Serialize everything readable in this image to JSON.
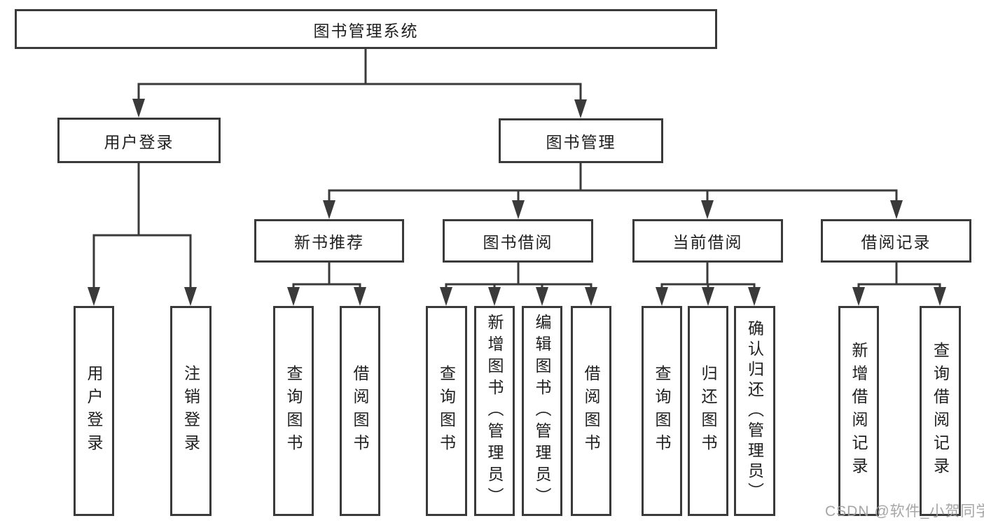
{
  "diagram": {
    "type": "hierarchy-tree",
    "colors": {
      "line": "#3a3a3a",
      "box_border": "#3a3a3a",
      "text": "#1f1f1f",
      "background": "#ffffff",
      "watermark": "#9e9e9e"
    },
    "root": {
      "label": "图书管理系统"
    },
    "level2": [
      {
        "label": "用户登录"
      },
      {
        "label": "图书管理"
      }
    ],
    "level3": [
      {
        "label": "新书推荐",
        "parent": "图书管理"
      },
      {
        "label": "图书借阅",
        "parent": "图书管理"
      },
      {
        "label": "当前借阅",
        "parent": "图书管理"
      },
      {
        "label": "借阅记录",
        "parent": "图书管理"
      }
    ],
    "leaves": [
      {
        "label": "用户登录",
        "parent": "用户登录"
      },
      {
        "label": "注销登录",
        "parent": "用户登录"
      },
      {
        "label": "查询图书",
        "parent": "新书推荐"
      },
      {
        "label": "借阅图书",
        "parent": "新书推荐"
      },
      {
        "label": "查询图书",
        "parent": "图书借阅"
      },
      {
        "label": "新增图书（管理员）",
        "parent": "图书借阅"
      },
      {
        "label": "编辑图书（管理员）",
        "parent": "图书借阅"
      },
      {
        "label": "借阅图书",
        "parent": "图书借阅"
      },
      {
        "label": "查询图书",
        "parent": "当前借阅"
      },
      {
        "label": "归还图书",
        "parent": "当前借阅"
      },
      {
        "label": "确认归还（管理员）",
        "parent": "当前借阅"
      },
      {
        "label": "新增借阅记录",
        "parent": "借阅记录"
      },
      {
        "label": "查询借阅记录",
        "parent": "借阅记录"
      }
    ],
    "watermark": {
      "text": "CSDN @软件_小贺同学"
    }
  }
}
